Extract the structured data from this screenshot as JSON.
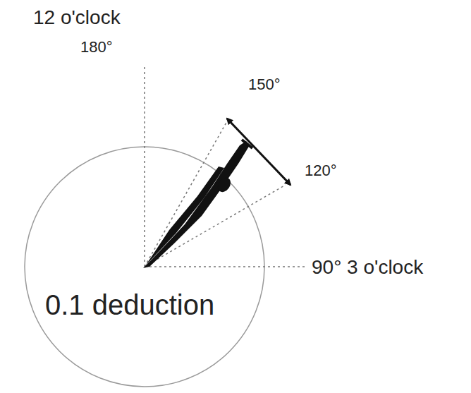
{
  "diagram": {
    "labels": [
      "12 o'clock",
      "180°",
      "150°",
      "120°",
      "90° 3 o'clock",
      "0.1 deduction"
    ]
  }
}
